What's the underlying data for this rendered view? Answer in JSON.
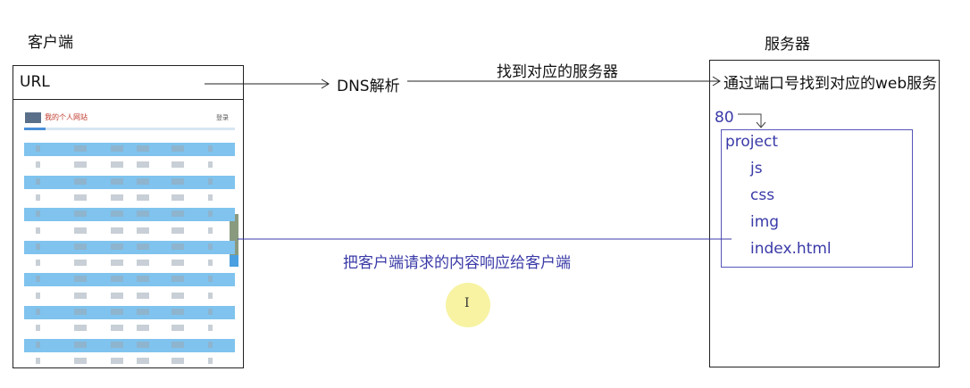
{
  "labels": {
    "client": "客户端",
    "server": "服务器",
    "url": "URL",
    "dns": "DNS解析",
    "find_server": "找到对应的服务器",
    "find_service": "通过端口号找到对应的web服务",
    "port": "80",
    "response": "把客户端请求的内容响应给客户端"
  },
  "project_tree": [
    "project",
    "js",
    "css",
    "img",
    "index.html"
  ],
  "preview": {
    "header_text": "我的个人网站",
    "right_text": "登录",
    "row_count": 14
  },
  "cursor": {
    "glyph": "I"
  }
}
